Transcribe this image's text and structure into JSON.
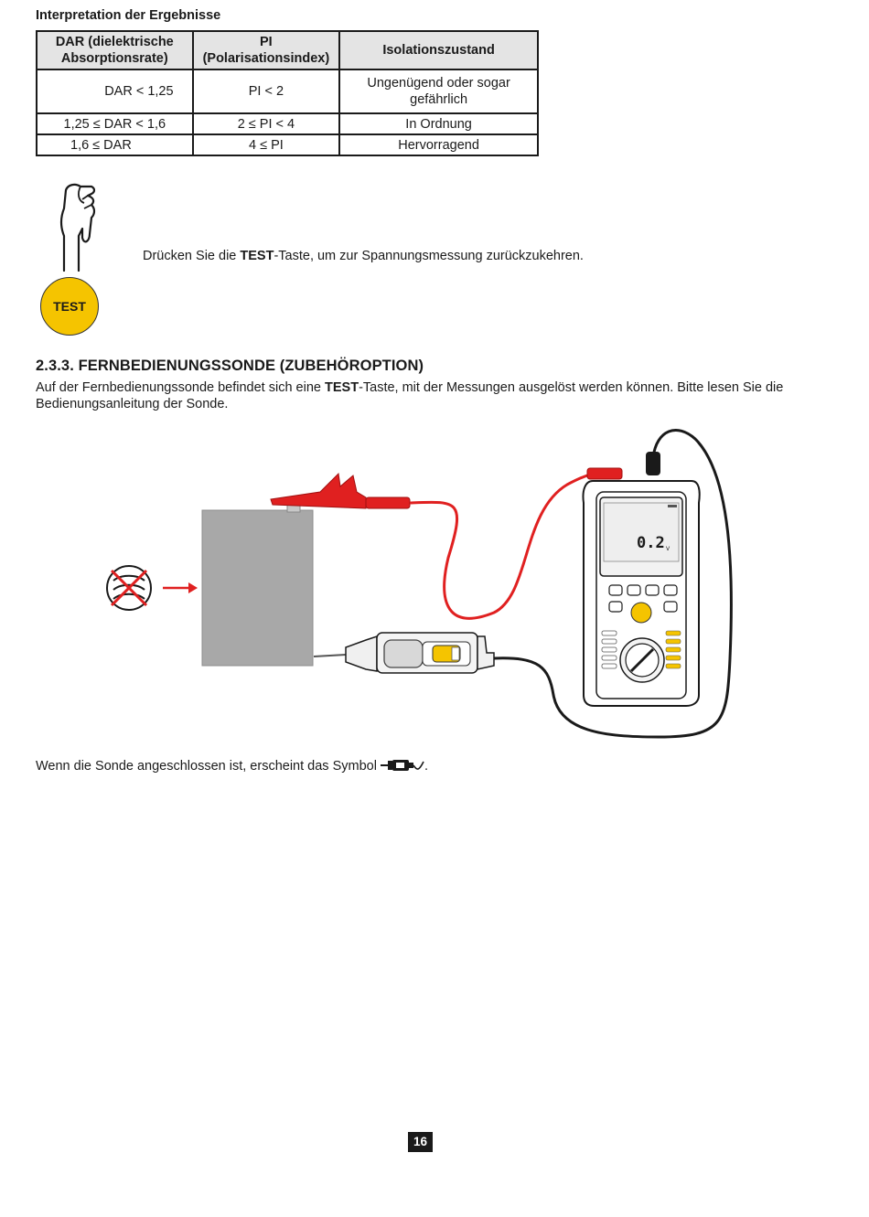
{
  "heading": "Interpretation der Ergebnisse",
  "table": {
    "headers": [
      "DAR (dielektrische Absorptionsrate)",
      "PI (Polarisationsindex)",
      "Isolationszustand"
    ],
    "rows": [
      [
        "DAR < 1,25",
        "PI < 2",
        "Ungenügend oder sogar gefährlich"
      ],
      [
        "1,25 ≤ DAR < 1,6",
        "2 ≤ PI < 4",
        "In Ordnung"
      ],
      [
        "1,6 ≤ DAR",
        "4 ≤ PI",
        "Hervorragend"
      ]
    ]
  },
  "test_button_label": "TEST",
  "instruction": {
    "before": "Drücken Sie die ",
    "bold": "TEST",
    "after": "-Taste, um zur Spannungsmessung zurückzukehren."
  },
  "section": {
    "title": "2.3.3. FERNBEDIENUNGSSONDE (ZUBEHÖROPTION)",
    "para_before": "Auf der Fernbedienungssonde befindet sich eine ",
    "para_bold": "TEST",
    "para_after": "-Taste, mit der Messungen ausgelöst werden können. Bitte lesen Sie die Bedienungsanleitung der Sonde."
  },
  "device": {
    "display_value": "0.2",
    "display_unit": "V"
  },
  "probe_note": {
    "before": "Wenn die Sonde angeschlossen ist, erscheint das Symbol ",
    "after": "."
  },
  "page_number": "16",
  "colors": {
    "accent_yellow": "#f5c400",
    "lead_red": "#e02020",
    "lead_black": "#1a1a1a",
    "object_gray": "#a8a8a8"
  },
  "icons": [
    "pointing-hand-icon",
    "no-discharge-icon",
    "arrow-right-icon",
    "probe-symbol-icon"
  ]
}
